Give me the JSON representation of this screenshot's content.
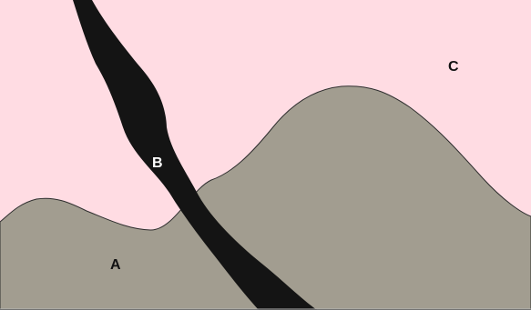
{
  "labels": {
    "a": "A",
    "b": "B",
    "c": "C"
  },
  "colors": {
    "sky": "#FFDCE3",
    "land": "#A29D90",
    "dike": "#141414",
    "outline": "#2E2E2E",
    "label_dark": "#111111",
    "label_light": "#FFFFFF",
    "bottom_border": "#B6B6B6"
  }
}
